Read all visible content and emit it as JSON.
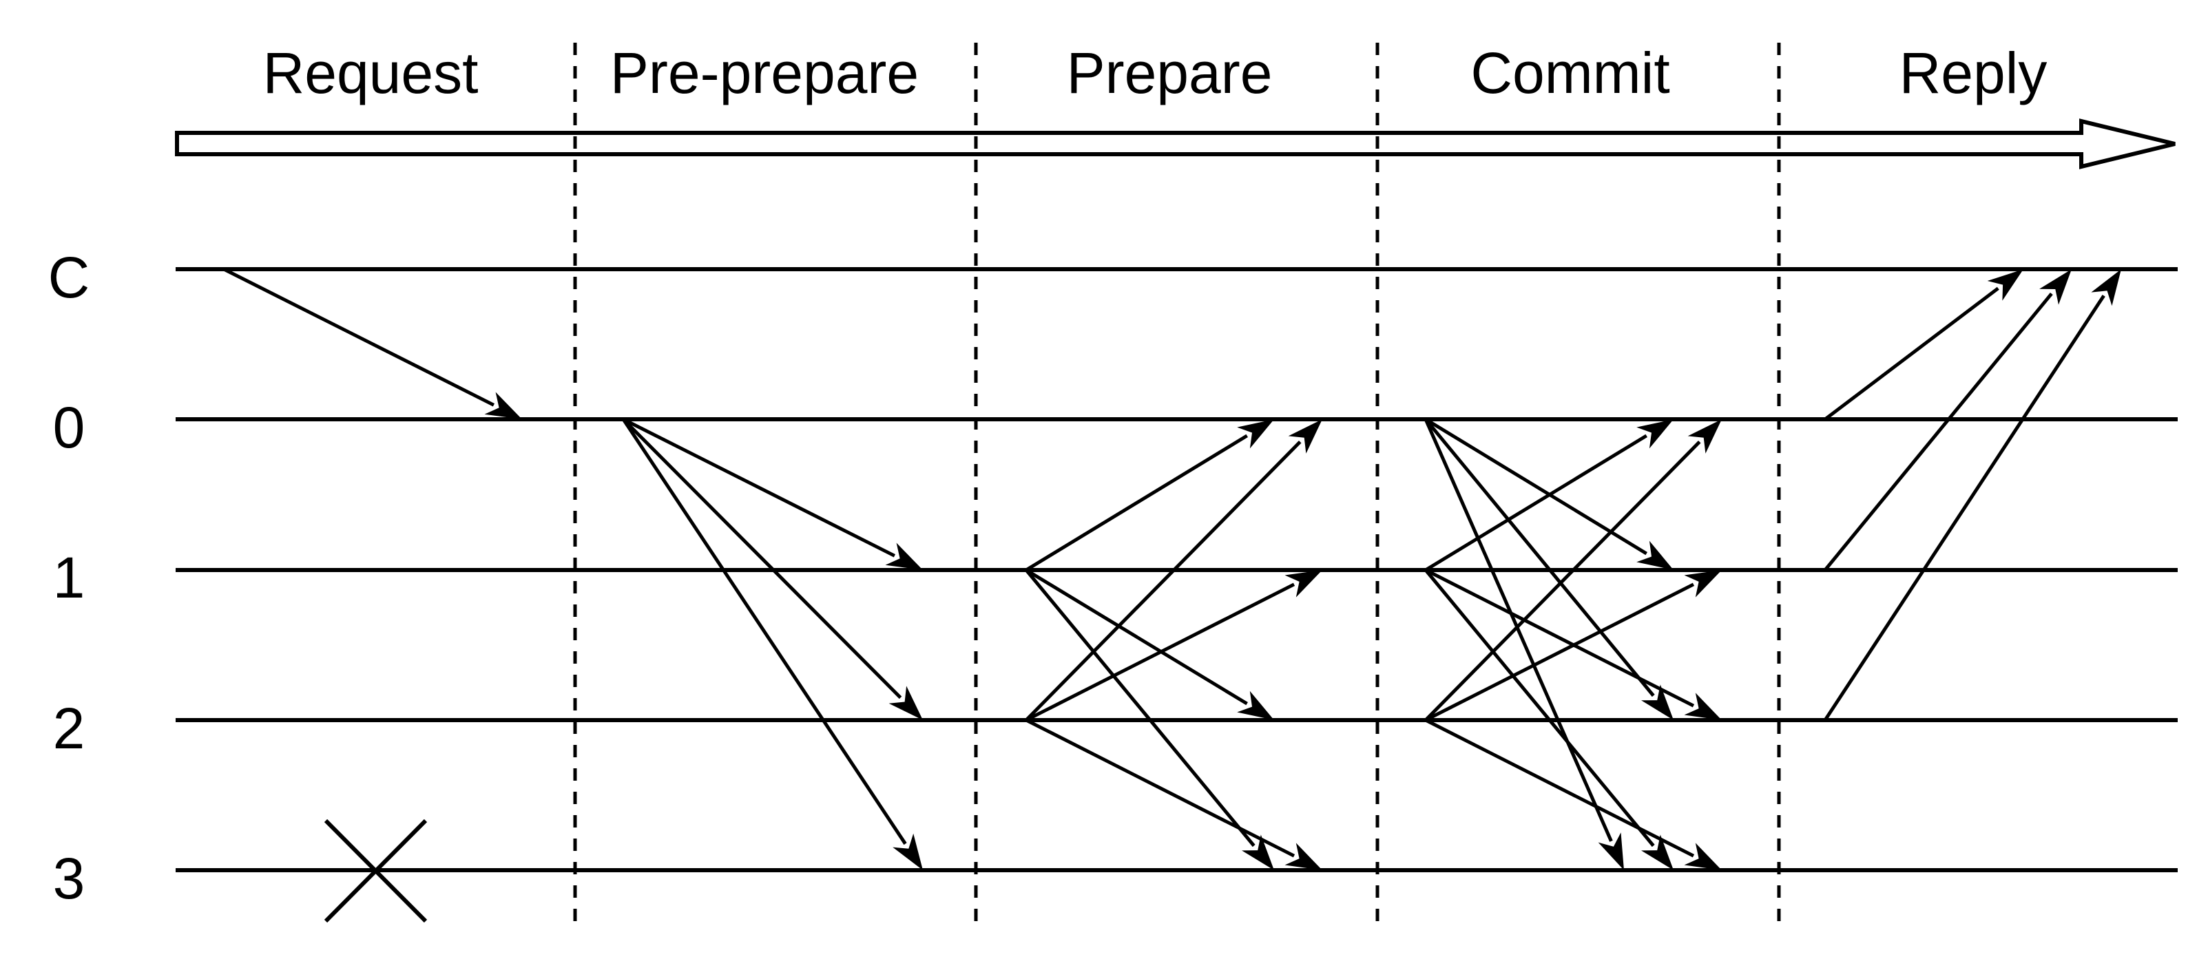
{
  "phases": [
    "Request",
    "Pre-prepare",
    "Prepare",
    "Commit",
    "Reply"
  ],
  "nodes": [
    "C",
    "0",
    "1",
    "2",
    "3"
  ],
  "failed_node": "3",
  "messages": [
    {
      "phase": "Request",
      "from": "C",
      "to": [
        "0"
      ]
    },
    {
      "phase": "Pre-prepare",
      "from": "0",
      "to": [
        "1",
        "2",
        "3"
      ]
    },
    {
      "phase": "Prepare",
      "from": "1",
      "to": [
        "0",
        "2",
        "3"
      ]
    },
    {
      "phase": "Prepare",
      "from": "2",
      "to": [
        "0",
        "1",
        "3"
      ]
    },
    {
      "phase": "Commit",
      "from": "0",
      "to": [
        "1",
        "2",
        "3"
      ]
    },
    {
      "phase": "Commit",
      "from": "1",
      "to": [
        "0",
        "2",
        "3"
      ]
    },
    {
      "phase": "Commit",
      "from": "2",
      "to": [
        "0",
        "1",
        "3"
      ]
    },
    {
      "phase": "Reply",
      "from": "0",
      "to": [
        "C"
      ]
    },
    {
      "phase": "Reply",
      "from": "1",
      "to": [
        "C"
      ]
    },
    {
      "phase": "Reply",
      "from": "2",
      "to": [
        "C"
      ]
    }
  ]
}
